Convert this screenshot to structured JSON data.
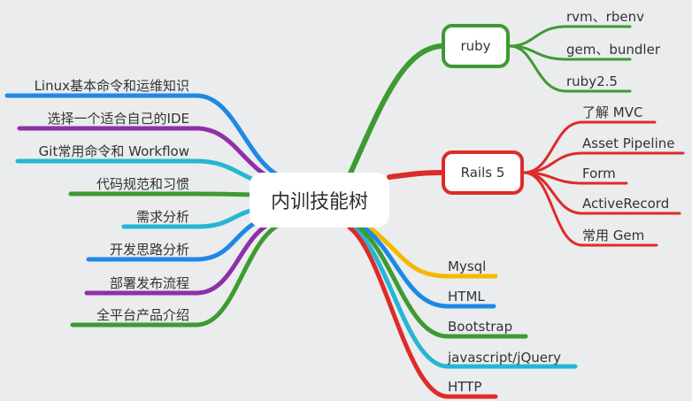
{
  "center": {
    "label": "内训技能树"
  },
  "ruby": {
    "label": "ruby",
    "color": "#3e9a33",
    "children": [
      "rvm、rbenv",
      "gem、bundler",
      "ruby2.5"
    ]
  },
  "rails": {
    "label": "Rails 5",
    "color": "#dd2b2b",
    "children": [
      "了解 MVC",
      "Asset Pipeline",
      "Form",
      "ActiveRecord",
      "常用 Gem"
    ]
  },
  "right_leaves": [
    {
      "label": "Mysql",
      "color": "#f5b800"
    },
    {
      "label": "HTML",
      "color": "#1e88e5"
    },
    {
      "label": "Bootstrap",
      "color": "#3e9a33"
    },
    {
      "label": "javascript/jQuery",
      "color": "#26b6d4"
    },
    {
      "label": "HTTP",
      "color": "#dd2b2b"
    }
  ],
  "left_leaves": [
    {
      "label": "Linux基本命令和运维知识",
      "color": "#1e88e5"
    },
    {
      "label": "选择一个适合自己的IDE",
      "color": "#8e2fa8"
    },
    {
      "label": "Git常用命令和 Workflow",
      "color": "#26b6d4"
    },
    {
      "label": "代码规范和习惯",
      "color": "#3e9a33"
    },
    {
      "label": "需求分析",
      "color": "#26b6d4"
    },
    {
      "label": "开发思路分析",
      "color": "#1e88e5"
    },
    {
      "label": "部署发布流程",
      "color": "#8e2fa8"
    },
    {
      "label": "全平台产品介绍",
      "color": "#3e9a33"
    }
  ]
}
